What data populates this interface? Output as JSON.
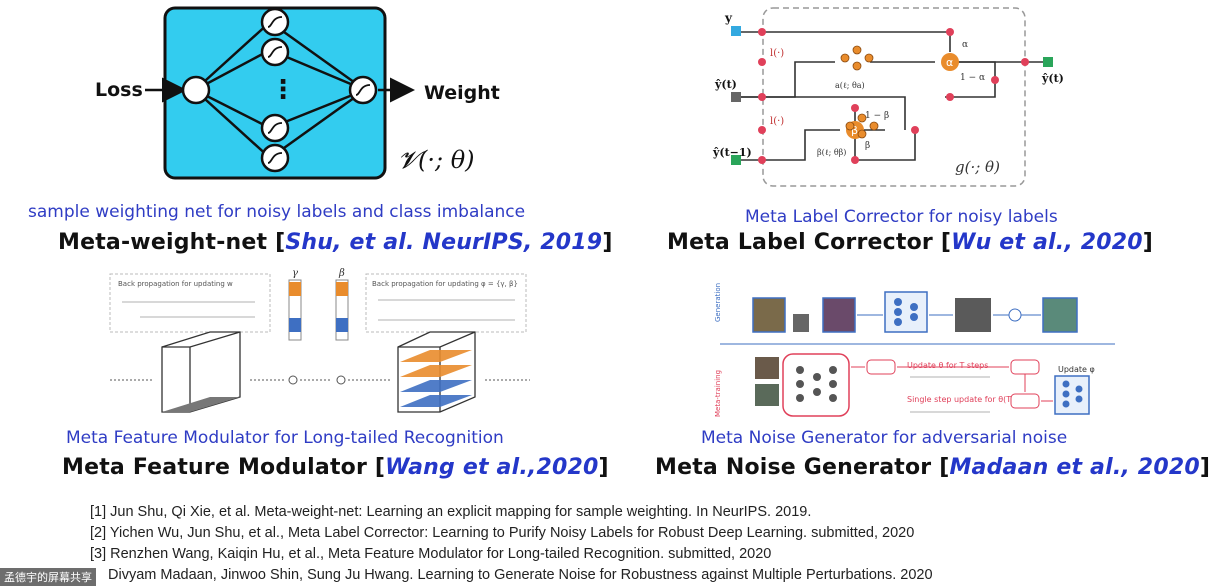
{
  "panels": {
    "mwn": {
      "subtitle": "sample weighting net for noisy labels and class imbalance",
      "title": "Meta-weight-net",
      "cite": "Shu, et al. NeurIPS, 2019",
      "diagram": {
        "input": "Loss",
        "output": "Weight",
        "func": "𝓥(·; θ)",
        "dots": "⋮"
      }
    },
    "mlc": {
      "subtitle": "Meta Label Corrector for noisy labels",
      "title": "Meta Label Corrector",
      "cite": "Wu et al., 2020",
      "diagram": {
        "y": "y",
        "yt": "ŷ(t)",
        "yt1": "ŷ(t−1)",
        "out": "ŷ(t)",
        "g": "g(·; θ)",
        "alpha": "α",
        "beta": "β",
        "one_minus_alpha": "1 − α",
        "one_minus_beta": "1 − β",
        "l": "l(·)",
        "a_func": "a(ℓ; θa)",
        "b_func": "β(ℓ; θβ)"
      }
    },
    "mfm": {
      "subtitle": "Meta Feature Modulator for Long-tailed Recognition",
      "title": "Meta Feature Modulator",
      "cite": "Wang et al.,2020",
      "diagram": {
        "gamma": "γ",
        "beta": "β",
        "bp_w": "Back propagation for updating w",
        "bp_phi": "Back propagation for updating φ = {γ, β}"
      }
    },
    "mng": {
      "subtitle": "Meta Noise Generator for adversarial noise",
      "title": "Meta Noise Generator",
      "cite": "Madaan et al., 2020",
      "diagram": {
        "gen": "Generation",
        "meta": "Meta-training",
        "update_theta": "Update θ for T steps",
        "single_step": "Single step update for θ(T)",
        "update_phi": "Update φ"
      }
    }
  },
  "references": [
    "[1] Jun Shu,  Qi Xie, et al. Meta-weight-net: Learning an explicit mapping for sample weighting. In NeurIPS. 2019.",
    "[2] Yichen Wu, Jun Shu, et al., Meta Label Corrector: Learning to Purify Noisy Labels for Robust Deep Learning. submitted, 2020",
    "[3] Renzhen Wang, Kaiqin Hu, et al., Meta Feature Modulator for Long-tailed Recognition. submitted, 2020",
    "Divyam Madaan, Jinwoo Shin, Sung Ju Hwang. Learning to Generate Noise for Robustness against Multiple Perturbations. 2020"
  ],
  "watermark": "孟德宇的屏幕共享",
  "colors": {
    "net_bg": "#33ccef",
    "subtitle": "#2f3cc4",
    "cite": "#2437c9",
    "node": "#e98c2c",
    "junction": "#e0405a"
  }
}
